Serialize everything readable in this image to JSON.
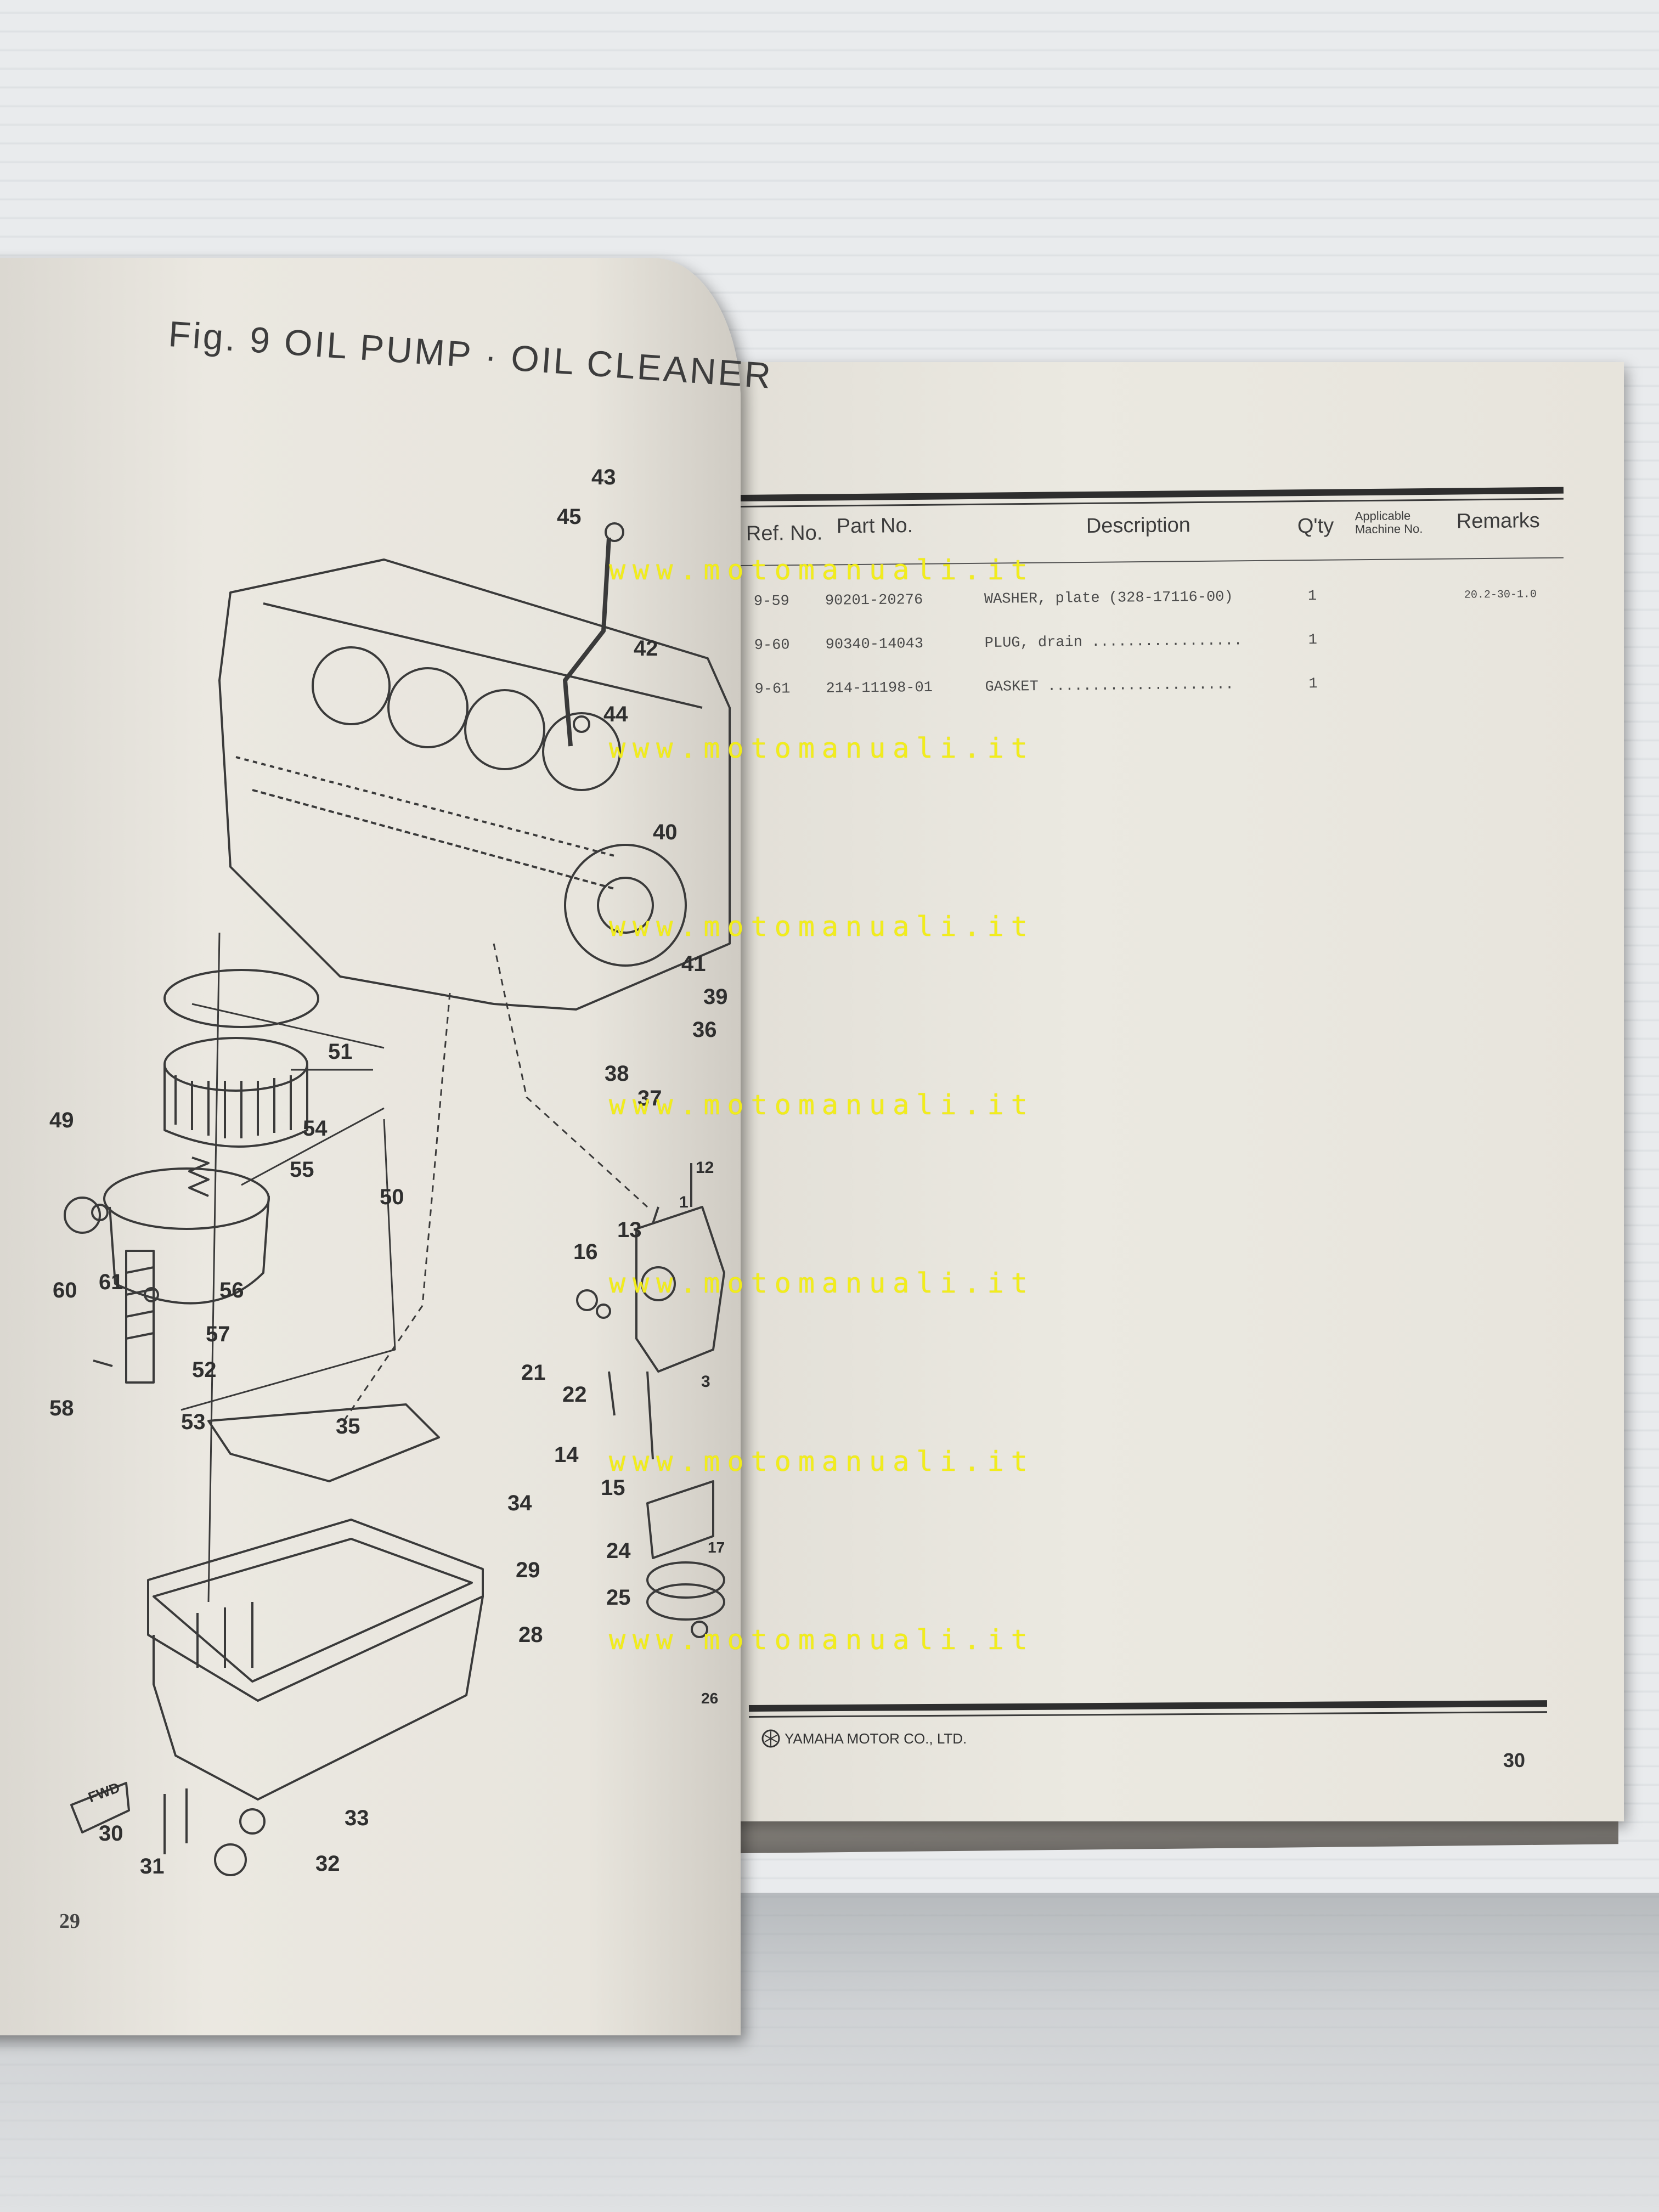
{
  "left_page": {
    "figure_title": "Fig. 9   OIL PUMP · OIL CLEANER",
    "page_number": "29",
    "diagram_callouts": [
      "43",
      "45",
      "42",
      "44",
      "40",
      "41",
      "39",
      "36",
      "38",
      "37",
      "51",
      "54",
      "55",
      "50",
      "49",
      "60",
      "61",
      "56",
      "57",
      "52",
      "58",
      "53",
      "13",
      "16",
      "12",
      "1",
      "21",
      "22",
      "3",
      "14",
      "15",
      "24",
      "17",
      "25",
      "26",
      "35",
      "34",
      "29",
      "28",
      "33",
      "32",
      "30",
      "31",
      "FWD"
    ]
  },
  "right_page": {
    "table_headers": {
      "ref_no": "Ref. No.",
      "part_no": "Part No.",
      "description": "Description",
      "qty": "Q'ty",
      "applicable_line1": "Applicable",
      "applicable_line2": "Machine No.",
      "remarks": "Remarks"
    },
    "parts": [
      {
        "ref": "9-59",
        "part": "90201-20276",
        "desc": "WASHER, plate (328-17116-00)",
        "qty": "1",
        "remarks": "20.2-30-1.0"
      },
      {
        "ref": "9-60",
        "part": "90340-14043",
        "desc": "PLUG, drain  .................",
        "qty": "1",
        "remarks": ""
      },
      {
        "ref": "9-61",
        "part": "214-11198-01",
        "desc": "GASKET  .....................",
        "qty": "1",
        "remarks": ""
      }
    ],
    "footer_brand": "YAMAHA MOTOR CO., LTD.",
    "page_number": "30"
  },
  "watermark_text": "www.motomanuali.it",
  "colors": {
    "watermark": "#f2ed1b",
    "paper": "#ebe9e1",
    "ink": "#2e2e2e",
    "background": "#e6e8ea"
  }
}
